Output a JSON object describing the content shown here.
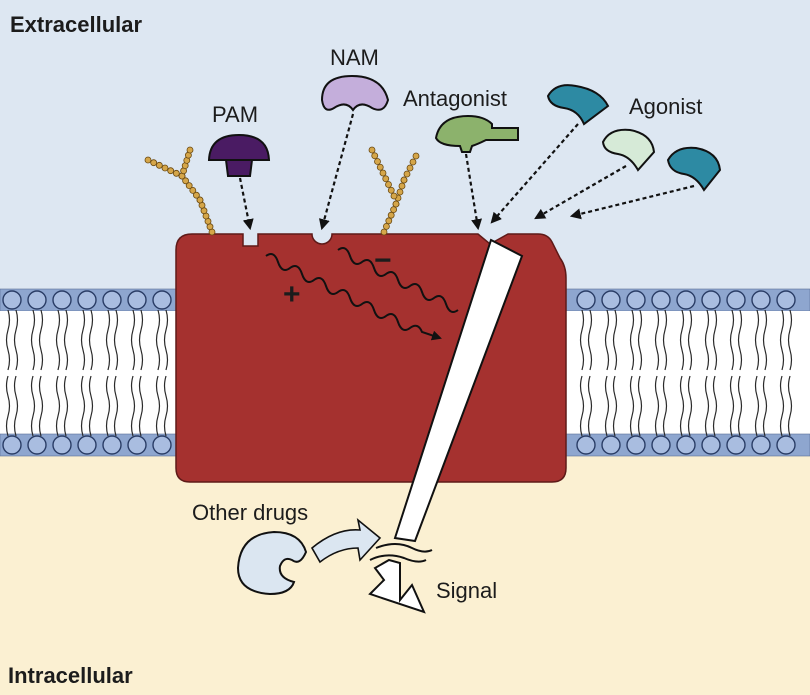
{
  "regions": {
    "extracellular": "Extracellular",
    "intracellular": "Intracellular"
  },
  "ligands": {
    "pam": "PAM",
    "nam": "NAM",
    "antagonist": "Antagonist",
    "agonist": "Agonist",
    "other_drugs": "Other drugs"
  },
  "signal": "Signal",
  "modulation": {
    "positive": "+",
    "negative": "−"
  },
  "colors": {
    "extracellular_bg": "#dde7f2",
    "intracellular_bg": "#fbf0d2",
    "receptor": "#a5312f",
    "membrane_head": "#a9bde0",
    "membrane_band": "#8ea6cf",
    "pam": "#4a1b63",
    "nam": "#c4aedb",
    "antagonist": "#8cb26c",
    "agonist_dark": "#2d8aa3",
    "agonist_light": "#d6ead7",
    "other_drug": "#dbe6f1",
    "glycan": "#d5a649"
  }
}
